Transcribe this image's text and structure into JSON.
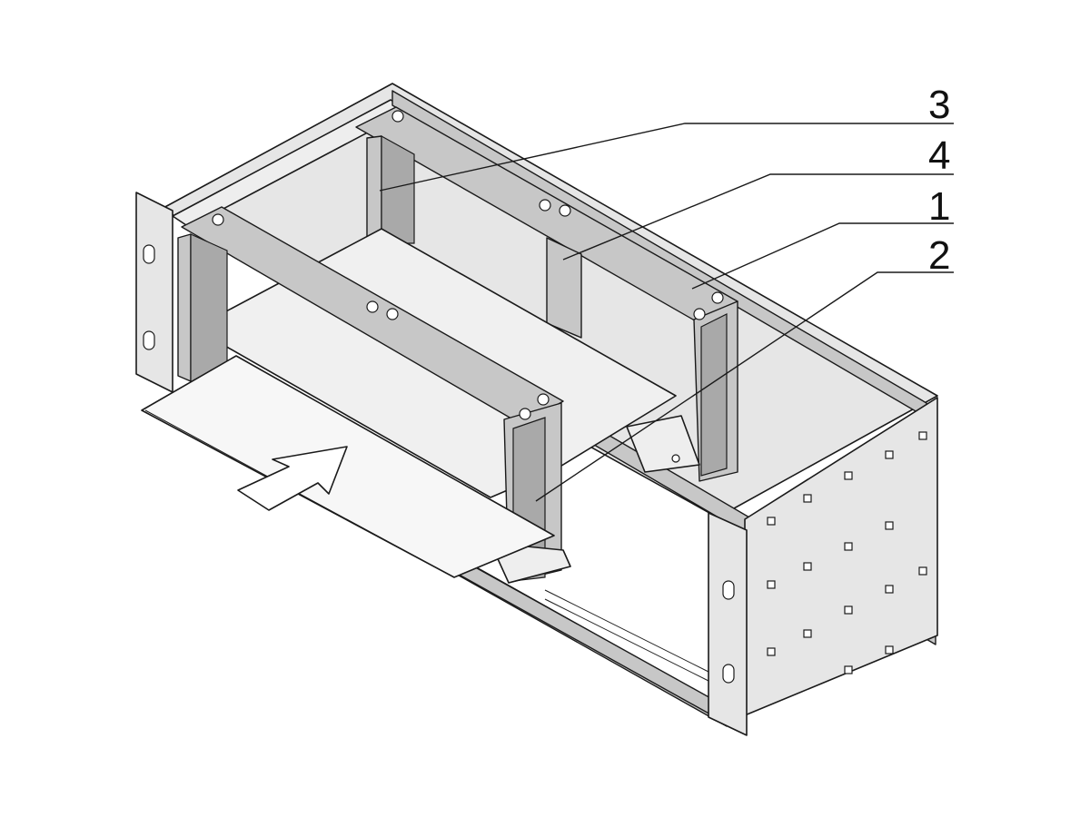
{
  "callouts": [
    {
      "id": "3",
      "label": "3"
    },
    {
      "id": "4",
      "label": "4"
    },
    {
      "id": "1",
      "label": "1"
    },
    {
      "id": "2",
      "label": "2"
    }
  ],
  "colors": {
    "line": "#1a1a1a",
    "panel": "#e6e6e6",
    "rail": "#c7c7c7",
    "background": "#ffffff"
  }
}
